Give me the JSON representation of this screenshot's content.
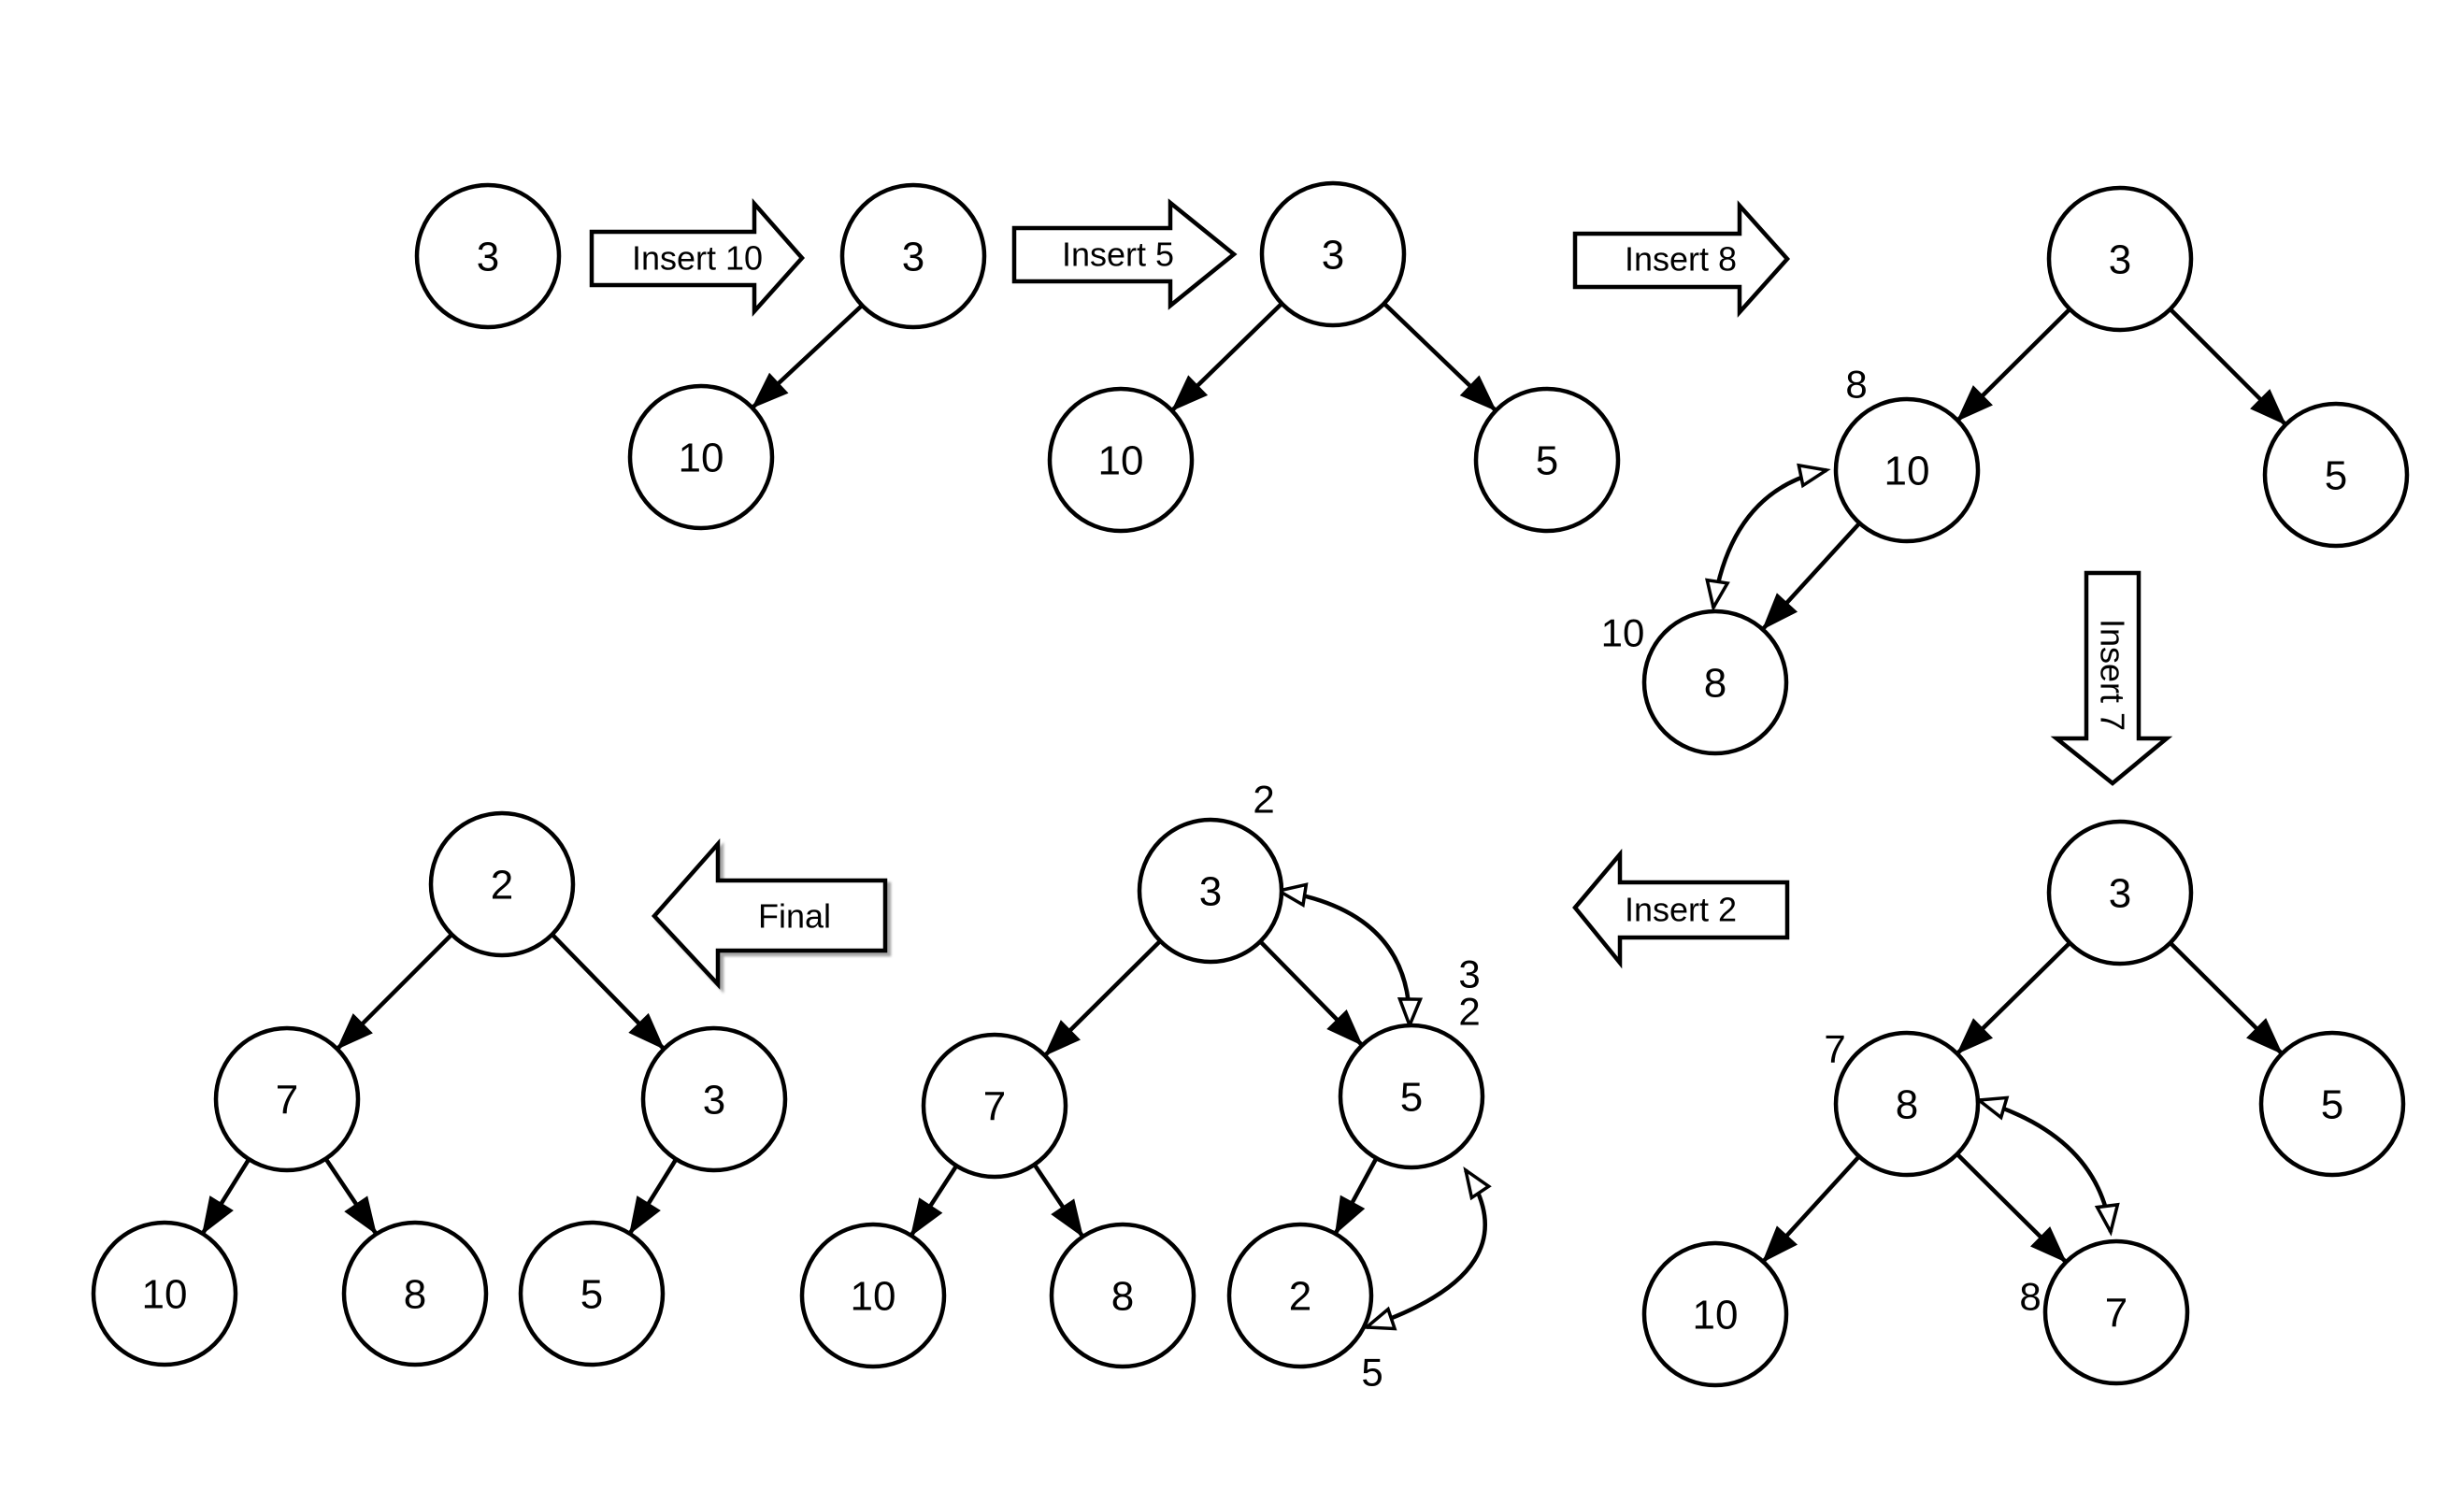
{
  "canvas": {
    "background": "#ffffff",
    "stroke_color": "#000000"
  },
  "transitions": [
    {
      "label": "Insert 10"
    },
    {
      "label": "Insert 5"
    },
    {
      "label": "Insert 8"
    },
    {
      "label": "Insert 7"
    },
    {
      "label": "Insert 2"
    },
    {
      "label": "Final"
    }
  ],
  "steps": [
    {
      "name": "initial",
      "nodes": [
        {
          "value": "3"
        }
      ]
    },
    {
      "name": "after-insert-10",
      "nodes": [
        {
          "value": "3"
        },
        {
          "value": "10"
        }
      ]
    },
    {
      "name": "after-insert-5",
      "nodes": [
        {
          "value": "3"
        },
        {
          "value": "10"
        },
        {
          "value": "5"
        }
      ]
    },
    {
      "name": "after-insert-8",
      "nodes": [
        {
          "value": "3"
        },
        {
          "value": "10"
        },
        {
          "value": "5"
        },
        {
          "value": "8"
        }
      ],
      "annotations": [
        {
          "text": "8"
        },
        {
          "text": "10"
        }
      ]
    },
    {
      "name": "after-insert-7",
      "nodes": [
        {
          "value": "3"
        },
        {
          "value": "8"
        },
        {
          "value": "5"
        },
        {
          "value": "10"
        },
        {
          "value": "7"
        }
      ],
      "annotations": [
        {
          "text": "7"
        },
        {
          "text": "8"
        }
      ]
    },
    {
      "name": "after-insert-2",
      "nodes": [
        {
          "value": "3"
        },
        {
          "value": "7"
        },
        {
          "value": "5"
        },
        {
          "value": "10"
        },
        {
          "value": "8"
        },
        {
          "value": "2"
        }
      ],
      "annotations": [
        {
          "text": "2"
        },
        {
          "text": "3"
        },
        {
          "text": "2"
        },
        {
          "text": "5"
        }
      ]
    },
    {
      "name": "final",
      "nodes": [
        {
          "value": "2"
        },
        {
          "value": "7"
        },
        {
          "value": "3"
        },
        {
          "value": "10"
        },
        {
          "value": "8"
        },
        {
          "value": "5"
        }
      ]
    }
  ]
}
